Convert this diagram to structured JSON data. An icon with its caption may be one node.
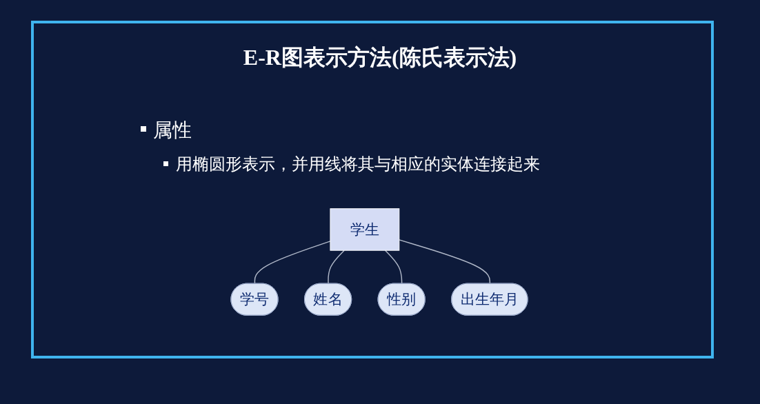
{
  "diagram": {
    "title": "E-R图表示方法(陈氏表示法)",
    "nodes": [
      {
        "text": [
          "学生"
        ]
      },
      {
        "text": [
          "学号"
        ]
      },
      {
        "text": [
          "姓名"
        ]
      },
      {
        "text": [
          "性别"
        ]
      },
      {
        "text": [
          "出生年月"
        ]
      }
    ],
    "edges": [
      {
        "from": 0,
        "to": 1,
        "arrow": "none"
      },
      {
        "from": 0,
        "to": 2,
        "arrow": "none"
      },
      {
        "from": 0,
        "to": 3,
        "arrow": "none"
      },
      {
        "from": 0,
        "to": 4,
        "arrow": "none"
      }
    ],
    "labels": [
      "属性",
      "用椭圆形表示，并用线将其与相应的实体连接起来"
    ]
  }
}
